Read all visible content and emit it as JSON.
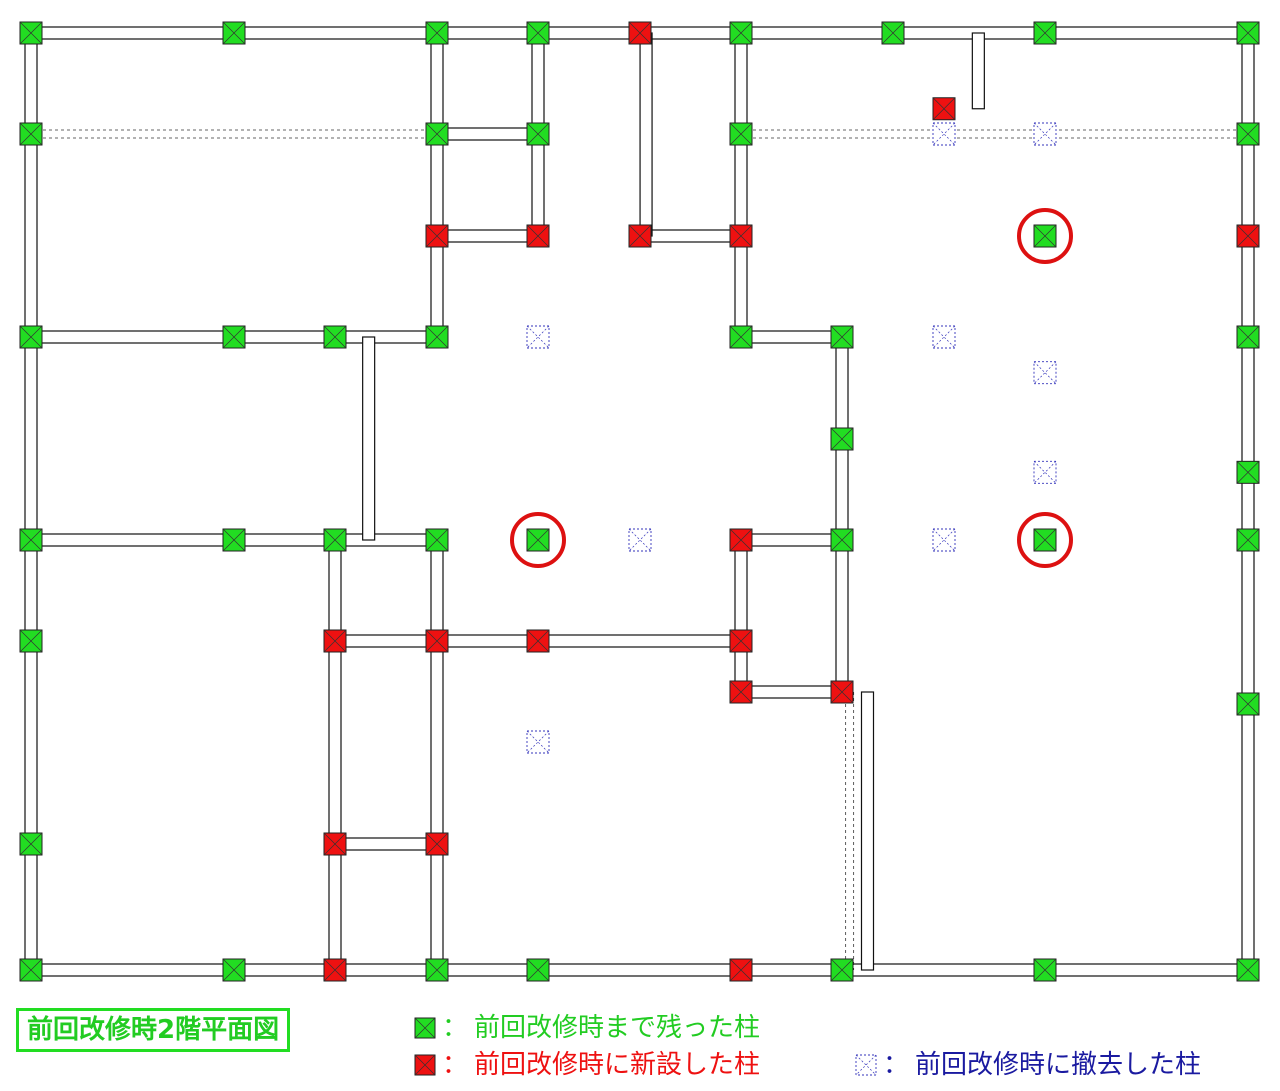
{
  "title": "前回改修時2階平面図",
  "colors": {
    "remaining": "#22dd22",
    "new": "#ee1111",
    "removed": "#3333bb",
    "highlight": "#dd1111",
    "title_text": "#22cc22",
    "remaining_text": "#22cc22",
    "new_text": "#ee1111",
    "removed_text": "#1a1aa0"
  },
  "legend": [
    {
      "key": "remaining",
      "separator": "：",
      "label": "前回改修時まで残った柱"
    },
    {
      "key": "new",
      "separator": "：",
      "label": "前回改修時に新設した柱"
    },
    {
      "key": "removed",
      "separator": "：",
      "label": "前回改修時に撤去した柱"
    }
  ],
  "grid": {
    "x": [
      31,
      234,
      335,
      437,
      538,
      640,
      741,
      842,
      893,
      944,
      1045,
      1248
    ],
    "y": [
      33,
      134,
      236,
      337,
      439,
      540,
      641,
      692,
      742,
      844,
      970
    ]
  },
  "columns": {
    "remaining": [
      [
        0,
        0
      ],
      [
        1,
        0
      ],
      [
        3,
        0
      ],
      [
        4,
        0
      ],
      [
        6,
        0
      ],
      [
        8,
        0
      ],
      [
        10,
        0
      ],
      [
        11,
        0
      ],
      [
        0,
        1
      ],
      [
        3,
        1
      ],
      [
        4,
        1
      ],
      [
        6,
        1
      ],
      [
        11,
        1
      ],
      [
        0,
        3
      ],
      [
        1,
        3
      ],
      [
        2,
        3
      ],
      [
        3,
        3
      ],
      [
        6,
        3
      ],
      [
        7,
        3
      ],
      [
        11,
        3
      ],
      [
        7,
        4
      ],
      [
        11,
        4.33
      ],
      [
        0,
        5
      ],
      [
        1,
        5
      ],
      [
        2,
        5
      ],
      [
        3,
        5
      ],
      [
        4,
        5
      ],
      [
        7,
        5
      ],
      [
        10,
        5
      ],
      [
        11,
        5
      ],
      [
        0,
        6
      ],
      [
        11,
        7.24
      ],
      [
        0,
        9
      ],
      [
        0,
        10
      ],
      [
        1,
        10
      ],
      [
        3,
        10
      ],
      [
        4,
        10
      ],
      [
        7,
        10
      ],
      [
        10,
        10
      ],
      [
        11,
        10
      ],
      [
        10,
        2
      ]
    ],
    "new": [
      [
        5,
        0
      ],
      [
        9,
        0.75
      ],
      [
        3,
        2
      ],
      [
        4,
        2
      ],
      [
        5,
        2
      ],
      [
        6,
        2
      ],
      [
        11,
        2
      ],
      [
        6,
        5
      ],
      [
        2,
        6
      ],
      [
        3,
        6
      ],
      [
        4,
        6
      ],
      [
        6,
        6
      ],
      [
        6,
        7
      ],
      [
        7,
        7
      ],
      [
        2,
        9
      ],
      [
        3,
        9
      ],
      [
        2,
        10
      ],
      [
        6,
        10
      ]
    ],
    "removed": [
      [
        9,
        1
      ],
      [
        10,
        1
      ],
      [
        4,
        3
      ],
      [
        9,
        3
      ],
      [
        10,
        3.35
      ],
      [
        10,
        4.33
      ],
      [
        5,
        5
      ],
      [
        9,
        5
      ],
      [
        4,
        8
      ]
    ],
    "highlighted": [
      [
        10,
        2
      ],
      [
        4,
        5
      ],
      [
        10,
        5
      ]
    ]
  },
  "walls": {
    "solid": [
      [
        "h",
        0,
        0,
        11
      ],
      [
        "h",
        10,
        0,
        11
      ],
      [
        "v",
        0,
        0,
        10
      ],
      [
        "v",
        11,
        0,
        10
      ],
      [
        "h",
        3,
        0,
        3
      ],
      [
        "h",
        5,
        0,
        3
      ],
      [
        "h",
        1,
        3,
        4
      ],
      [
        "h",
        2,
        3,
        4
      ],
      [
        "h",
        2,
        5,
        6
      ],
      [
        "h",
        3,
        6,
        7
      ],
      [
        "h",
        5,
        6,
        7
      ],
      [
        "h",
        6,
        2,
        6
      ],
      [
        "h",
        7,
        6,
        7
      ],
      [
        "h",
        9,
        2,
        3
      ],
      [
        "v",
        3,
        0,
        3
      ],
      [
        "v",
        4,
        0,
        2
      ],
      [
        "v",
        6,
        0,
        3
      ],
      [
        "v",
        7,
        3,
        7
      ],
      [
        "v",
        2,
        5,
        10
      ],
      [
        "v",
        3,
        5,
        10
      ],
      [
        "v",
        6,
        5,
        7
      ],
      [
        "v",
        2.33,
        3,
        5
      ],
      [
        "v",
        5.06,
        0,
        2
      ],
      [
        "v",
        9.34,
        0,
        0.75
      ],
      [
        "v",
        7.5,
        7,
        10
      ]
    ],
    "dashed": [
      [
        "h",
        1,
        0,
        3
      ],
      [
        "h",
        1,
        6,
        11
      ],
      [
        "v",
        7.15,
        7,
        10
      ]
    ]
  }
}
